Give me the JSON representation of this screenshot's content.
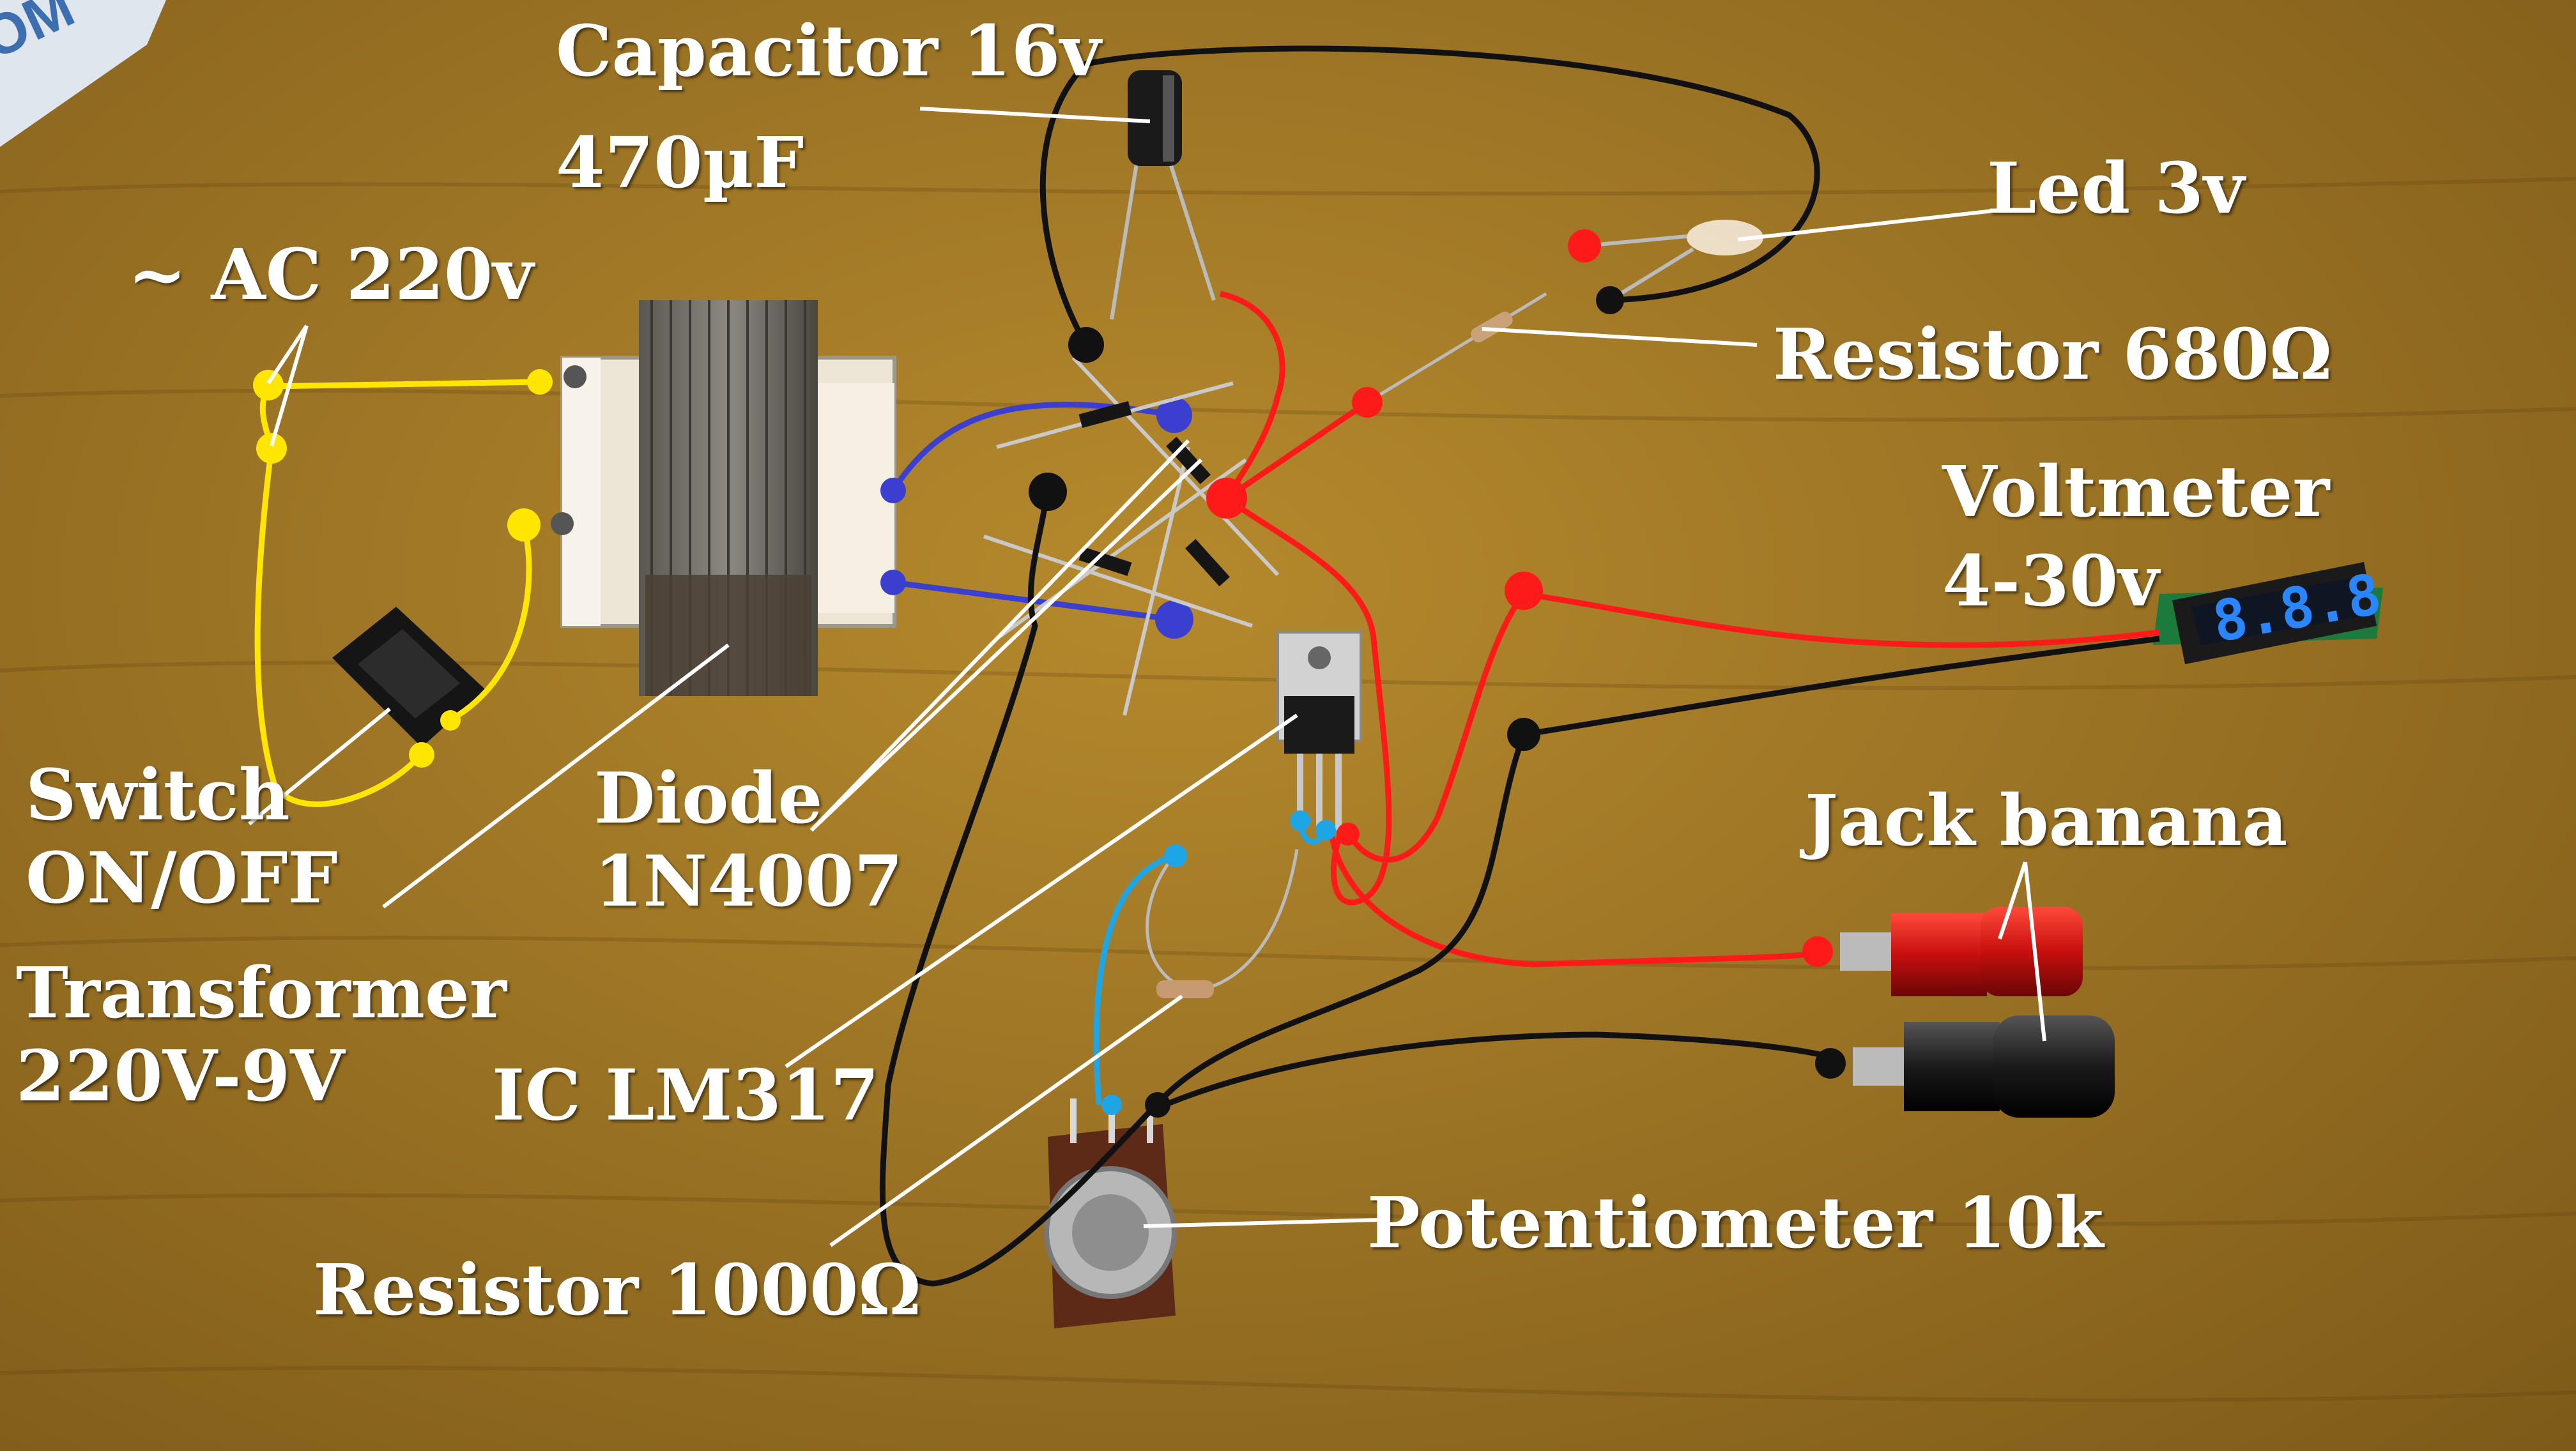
{
  "labels": {
    "capacitor": {
      "line1": "Capacitor 16v",
      "line2": "470µF"
    },
    "ac": {
      "line1": "~ AC 220v"
    },
    "led": {
      "line1": "Led 3v"
    },
    "resistor680": {
      "line1": "Resistor 680Ω"
    },
    "voltmeter": {
      "line1": "Voltmeter",
      "line2": "4-30v"
    },
    "switch": {
      "line1": "Switch",
      "line2": "ON/OFF"
    },
    "diode": {
      "line1": "Diode",
      "line2": "1N4007"
    },
    "transformer": {
      "line1": "Transformer",
      "line2": "220V-9V"
    },
    "jack": {
      "line1": "Jack banana"
    },
    "ic": {
      "line1": "IC LM317"
    },
    "potentiometer": {
      "line1": "Potentiometer 10k"
    },
    "resistor1000": {
      "line1": "Resistor 1000Ω"
    }
  },
  "voltmeter_display": "8.8.8",
  "corner_sign": "OM",
  "colors": {
    "yellow_wire": "#ffe600",
    "red_wire": "#ff1a1a",
    "blue_wire": "#3a3fd0",
    "cyan_wire": "#1ea5e6",
    "black_wire": "#111111",
    "board": "#9c7425"
  }
}
